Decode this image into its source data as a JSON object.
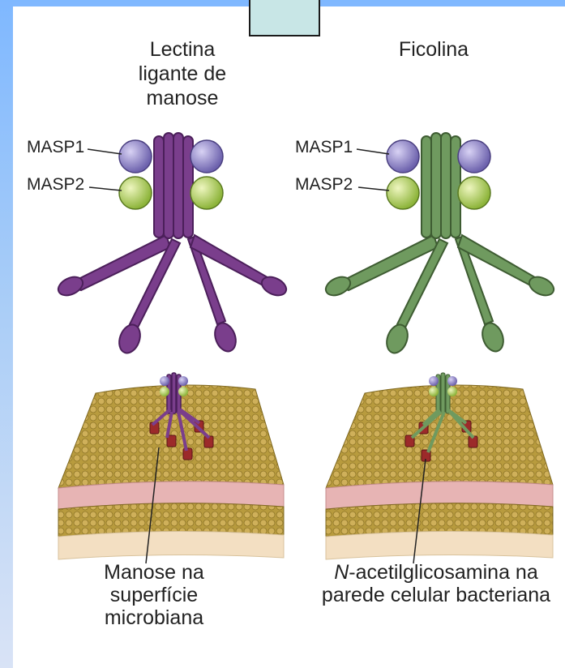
{
  "titles": {
    "left": [
      "Lectina",
      "ligante de",
      "manose"
    ],
    "right": "Ficolina"
  },
  "labels": {
    "masp1_left": "MASP1",
    "masp2_left": "MASP2",
    "masp1_right": "MASP1",
    "masp2_right": "MASP2"
  },
  "captions": {
    "left": [
      "Manose na",
      "superfície",
      "microbiana"
    ],
    "right_italic": "N",
    "right_line1_rest": "-acetilglicosamina na",
    "right_line2": "parede celular bacteriana"
  },
  "colors": {
    "mbl": "#7a3e8c",
    "ficolin": "#6f9a5f",
    "masp1": "#8a7fc4",
    "masp2": "#a8cc4a",
    "membrane": "#b59a3a",
    "membrane_band": "#e0a9a9",
    "receptor": "#9c2a2a"
  }
}
